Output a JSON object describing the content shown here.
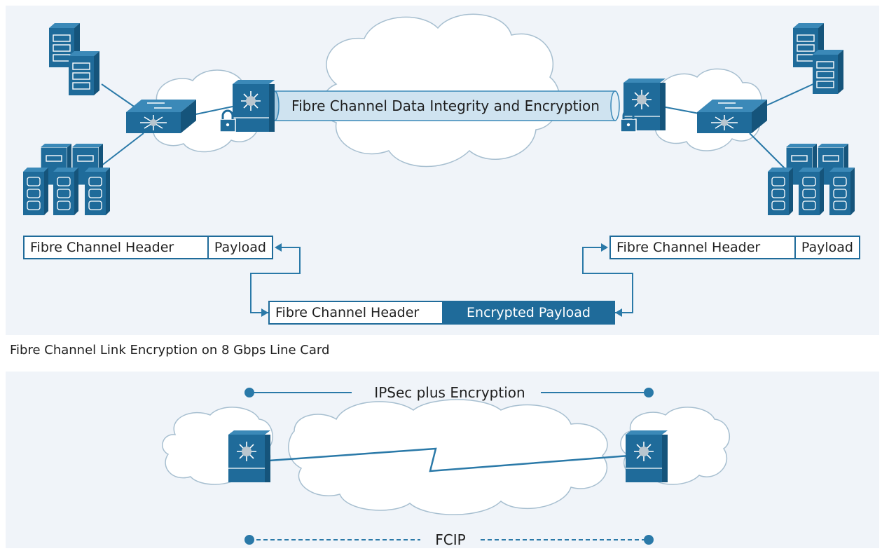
{
  "top_section": {
    "tunnel_label": "Fibre Channel Data Integrity and Encryption",
    "left_frame": {
      "header": "Fibre Channel Header",
      "payload": "Payload"
    },
    "right_frame": {
      "header": "Fibre Channel Header",
      "payload": "Payload"
    },
    "encrypted_frame": {
      "header": "Fibre Channel Header",
      "payload": "Encrypted Payload"
    },
    "caption": "Fibre Channel Link Encryption on 8 Gbps Line Card"
  },
  "bottom_section": {
    "ipsec_label": "IPSec plus Encryption",
    "fcip_label": "FCIP"
  },
  "colors": {
    "device_blue": "#1f6b9a",
    "panel_bg": "#f0f4f9",
    "cloud_fill": "#ffffff",
    "tunnel_fill": "#cfe3f0",
    "line_blue": "#2a79a8"
  },
  "icons": [
    "storage-array-icon",
    "server-rack-icon",
    "fabric-switch-icon",
    "multilayer-director-icon",
    "lock-icon",
    "cloud-icon"
  ]
}
